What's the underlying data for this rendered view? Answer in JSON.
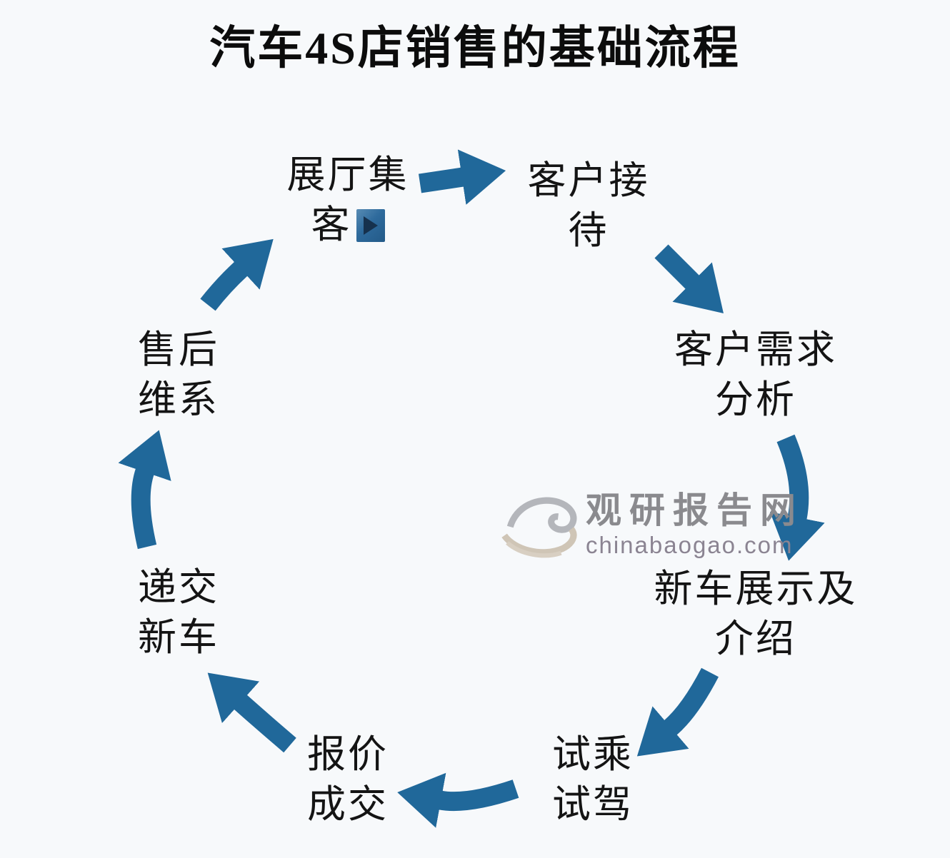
{
  "title": "汽车4S店销售的基础流程",
  "diagram": {
    "type": "cycle-flow",
    "arrow_color": "#20689a",
    "nodes": [
      {
        "id": "showroom-traffic",
        "label": "展厅集客",
        "lines": [
          "展厅集",
          "客"
        ]
      },
      {
        "id": "customer-reception",
        "label": "客户接待",
        "lines": [
          "客户接",
          "待"
        ]
      },
      {
        "id": "needs-analysis",
        "label": "客户需求分析",
        "lines": [
          "客户需求",
          "分析"
        ]
      },
      {
        "id": "car-display-intro",
        "label": "新车展示及介绍",
        "lines": [
          "新车展示及",
          "介绍"
        ]
      },
      {
        "id": "test-drive",
        "label": "试乘试驾",
        "lines": [
          "试乘",
          "试驾"
        ]
      },
      {
        "id": "quote-deal",
        "label": "报价成交",
        "lines": [
          "报价",
          "成交"
        ]
      },
      {
        "id": "car-delivery",
        "label": "递交新车",
        "lines": [
          "递交",
          "新车"
        ]
      },
      {
        "id": "aftersales-care",
        "label": "售后维系",
        "lines": [
          "售后",
          "维系"
        ]
      }
    ]
  },
  "watermark": {
    "brand": "观研报告网",
    "url": "chinabaogao.com"
  },
  "colors": {
    "background": "#f7f9fb",
    "node_text": "#141414",
    "arrow": "#20689a",
    "play_icon_bg": "#2e6a9c",
    "play_icon_triangle": "#16314d",
    "watermark_brand": "#8a8a8e",
    "watermark_url": "#8b8492",
    "logo_silver": "#b4b6bb",
    "logo_beige": "#cfc5b6"
  }
}
